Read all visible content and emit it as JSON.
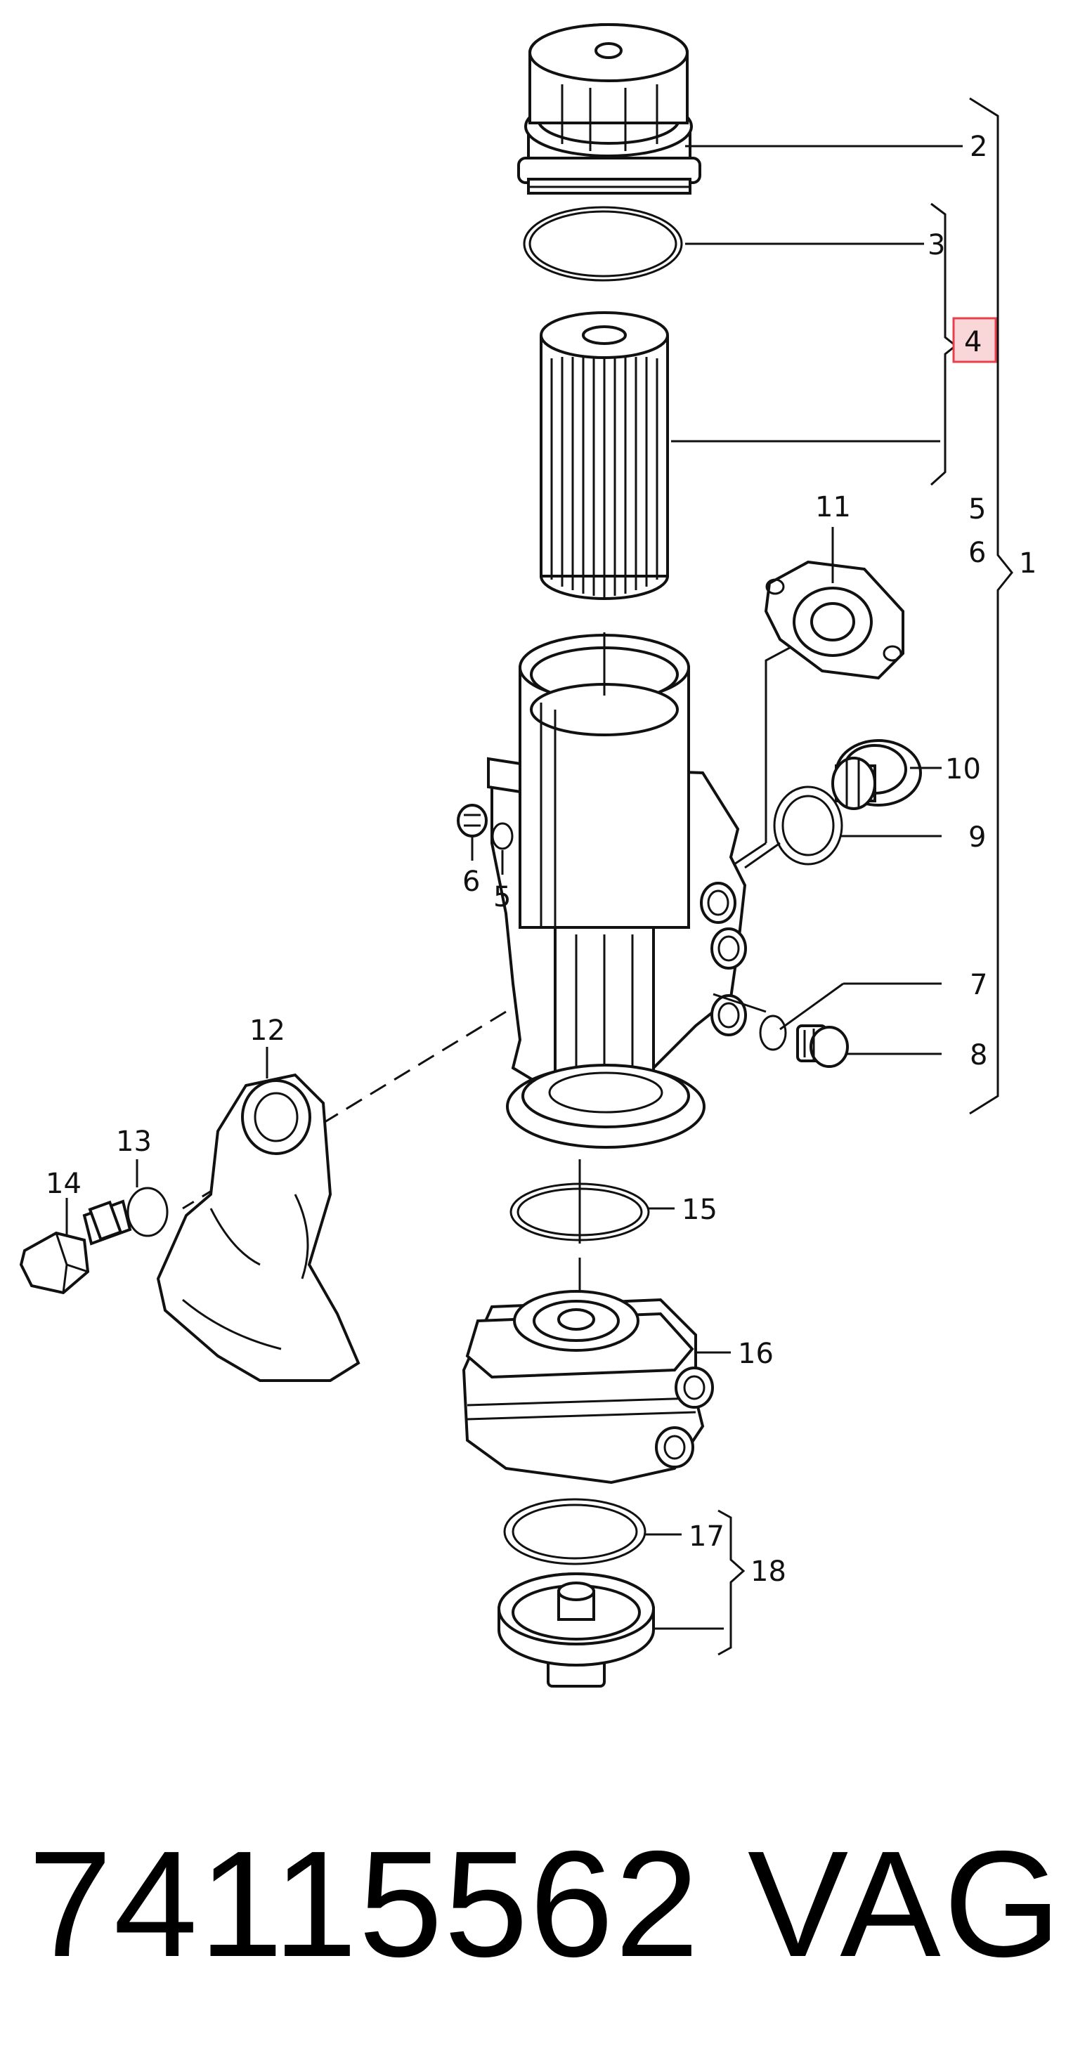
{
  "diagram": {
    "callouts": {
      "c1": "1",
      "c2": "2",
      "c3": "3",
      "c4": "4",
      "c5": "5",
      "c6": "6",
      "c7": "7",
      "c8": "8",
      "c9": "9",
      "c10": "10",
      "c11": "11",
      "c12": "12",
      "c13": "13",
      "c14": "14",
      "c15": "15",
      "c16": "16",
      "c17": "17",
      "c18": "18",
      "c5b": "5",
      "c6b": "6"
    },
    "highlight_color": "#e8404a"
  },
  "footer": {
    "part_number": "74115562",
    "brand": "VAG"
  }
}
